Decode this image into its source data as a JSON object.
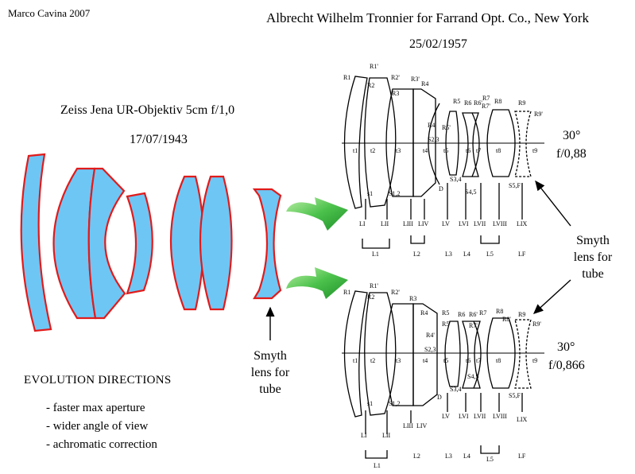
{
  "header": {
    "credit": "Marco Cavina 2007",
    "title": "Albrecht Wilhelm Tronnier  for Farrand Opt. Co., New York",
    "date": "25/02/1957"
  },
  "left_lens": {
    "name": "Zeiss Jena  UR-Objektiv 5cm f/1,0",
    "date": "17/07/1943",
    "smyth_label": [
      "Smyth",
      "lens for",
      "tube"
    ]
  },
  "right_upper": {
    "angle": "30°",
    "aperture": "f/0,88",
    "labels": {
      "radii": [
        "R1",
        "R1'",
        "R2",
        "R2'",
        "R3",
        "R3'",
        "R4",
        "R4'",
        "R5",
        "R5'",
        "R6",
        "R6'",
        "R7",
        "R7'",
        "R8",
        "R9",
        "R9'"
      ],
      "thicknesses": [
        "t1",
        "t2",
        "t3",
        "t4",
        "t5",
        "t6",
        "t7",
        "t8",
        "t9"
      ],
      "spaces": [
        "s1",
        "S1,2",
        "S2,3",
        "S3,4",
        "S4,5",
        "S5,F",
        "D"
      ],
      "elements": [
        "LI",
        "LII",
        "LIII",
        "LIV",
        "LV",
        "LVI",
        "LVII",
        "LVIII",
        "LIX"
      ],
      "groups": [
        "L1",
        "L2",
        "L3",
        "L4",
        "L5",
        "LF"
      ]
    }
  },
  "right_lower": {
    "angle": "30°",
    "aperture": "f/0,866",
    "labels": {
      "radii": [
        "R1",
        "R1'",
        "R2",
        "R2'",
        "R3",
        "R4",
        "R4'",
        "R5",
        "R5'",
        "R6",
        "R6'",
        "R7",
        "R7'",
        "R8",
        "R8'",
        "R9",
        "R9'"
      ],
      "thicknesses": [
        "t1",
        "t2",
        "t3",
        "t4",
        "t5",
        "t6",
        "t7",
        "t8",
        "t9"
      ],
      "spaces": [
        "s1",
        "S1,2",
        "S2,3",
        "S3,4",
        "S4,5",
        "S5,F",
        "D"
      ],
      "elements": [
        "LI",
        "LII",
        "LIII",
        "LIV",
        "LV",
        "LVI",
        "LVII",
        "LVIII",
        "LIX"
      ],
      "groups": [
        "L1",
        "L2",
        "L3",
        "L4",
        "L5",
        "LF"
      ]
    }
  },
  "smyth_right_label": [
    "Smyth",
    "lens for",
    "tube"
  ],
  "evolution": {
    "heading": "EVOLUTION  DIRECTIONS",
    "items": [
      "- faster max aperture",
      "- wider angle of view",
      "- achromatic correction"
    ]
  },
  "colors": {
    "lens_fill": "#6ec6f5",
    "lens_edge": "#e11b1b",
    "arrow_green": "#3cb53c",
    "ink": "#000000"
  }
}
